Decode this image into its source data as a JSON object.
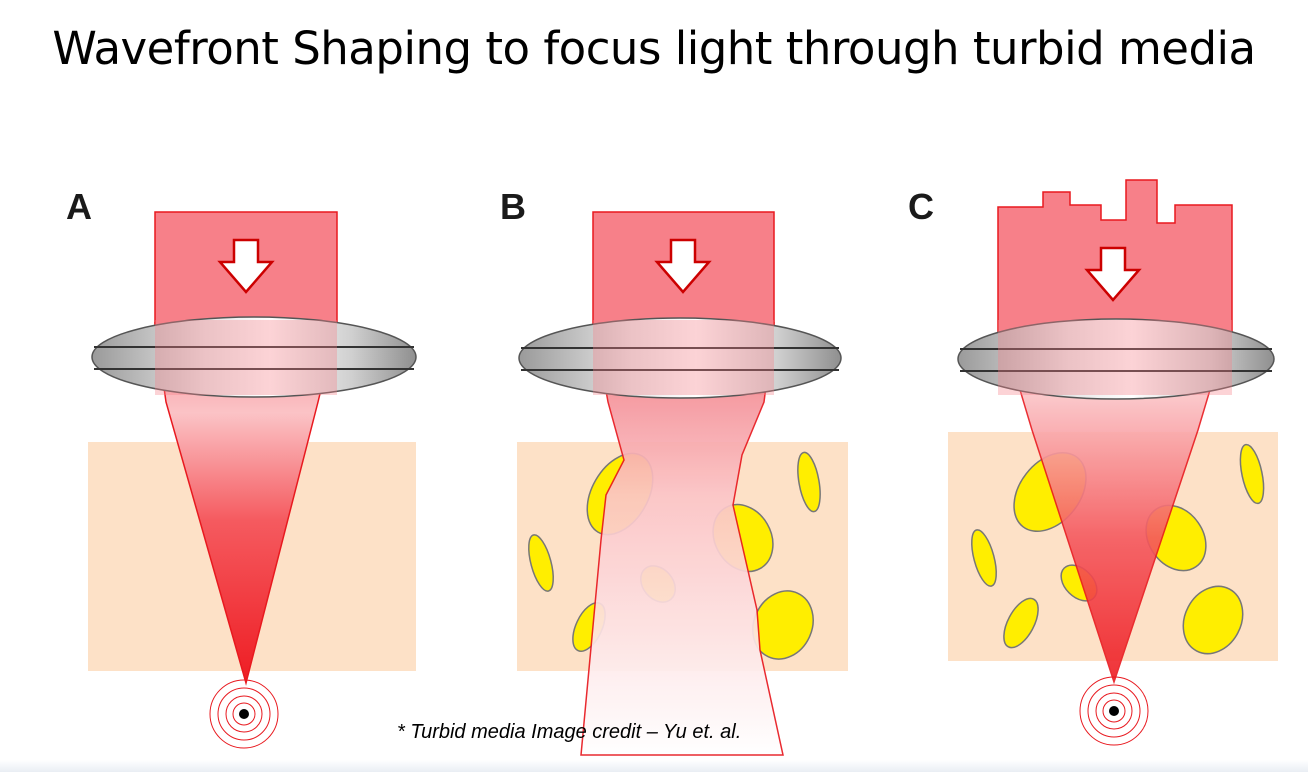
{
  "title": "Wavefront Shaping to focus light through turbid media",
  "caption": "* Turbid media Image credit – Yu et. al.",
  "panels": [
    {
      "label": "A"
    },
    {
      "label": "B"
    },
    {
      "label": "C"
    }
  ],
  "colors": {
    "beam": "#f78089",
    "beam_edge": "#e8191f",
    "tissue": "#fde1c7",
    "scatterer": "#ffee00",
    "lens": "#c8c8c8"
  }
}
